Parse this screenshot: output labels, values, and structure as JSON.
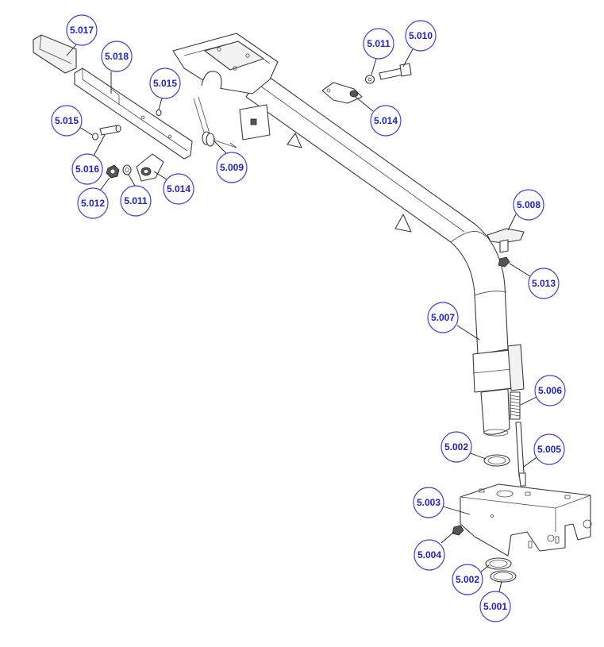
{
  "callouts": [
    {
      "id": "c1",
      "label": "5.017"
    },
    {
      "id": "c2",
      "label": "5.018"
    },
    {
      "id": "c3",
      "label": "5.015"
    },
    {
      "id": "c4",
      "label": "5.015"
    },
    {
      "id": "c5",
      "label": "5.016"
    },
    {
      "id": "c6",
      "label": "5.012"
    },
    {
      "id": "c7",
      "label": "5.011"
    },
    {
      "id": "c8",
      "label": "5.014"
    },
    {
      "id": "c9",
      "label": "5.009"
    },
    {
      "id": "c10",
      "label": "5.011"
    },
    {
      "id": "c11",
      "label": "5.010"
    },
    {
      "id": "c12",
      "label": "5.014"
    },
    {
      "id": "c13",
      "label": "5.008"
    },
    {
      "id": "c14",
      "label": "5.013"
    },
    {
      "id": "c15",
      "label": "5.007"
    },
    {
      "id": "c16",
      "label": "5.006"
    },
    {
      "id": "c17",
      "label": "5.002"
    },
    {
      "id": "c18",
      "label": "5.005"
    },
    {
      "id": "c19",
      "label": "5.003"
    },
    {
      "id": "c20",
      "label": "5.004"
    },
    {
      "id": "c21",
      "label": "5.002"
    },
    {
      "id": "c22",
      "label": "5.001"
    }
  ],
  "colors": {
    "bubble_stroke": "#4040dd",
    "bubble_text": "#2020c8",
    "line": "#3a3a3a"
  }
}
